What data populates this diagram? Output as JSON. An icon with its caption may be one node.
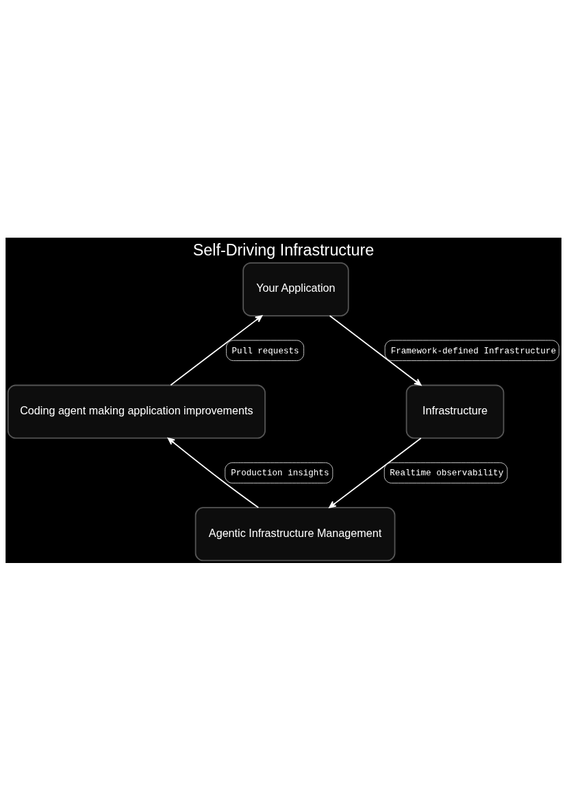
{
  "diagram": {
    "title": "Self-Driving Infrastructure",
    "nodes": [
      {
        "text": [
          "Your Application"
        ]
      },
      {
        "text": [
          "Infrastructure"
        ]
      },
      {
        "text": [
          "Agentic Infrastructure Management"
        ]
      },
      {
        "text": [
          "Coding agent making application improvements"
        ]
      }
    ],
    "edges": [
      {
        "from": 0,
        "to": 1,
        "arrow": "to",
        "label": "Framework-defined Infrastructure"
      },
      {
        "from": 1,
        "to": 2,
        "arrow": "to",
        "label": "Realtime observability"
      },
      {
        "from": 2,
        "to": 3,
        "arrow": "to",
        "label": "Production insights"
      },
      {
        "from": 3,
        "to": 0,
        "arrow": "to",
        "label": "Pull requests"
      }
    ]
  }
}
